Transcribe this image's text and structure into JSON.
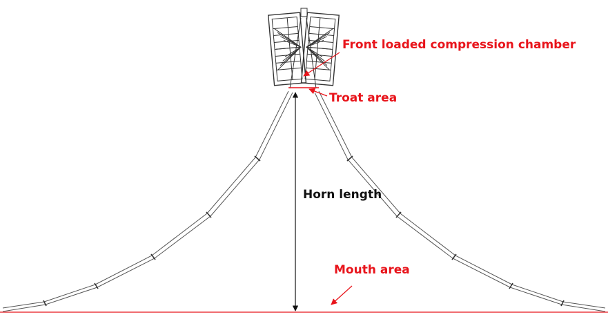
{
  "labels": {
    "chamber": "Front loaded compression chamber",
    "throat": "Troat area",
    "length": "Horn length",
    "mouth": "Mouth area"
  },
  "colors": {
    "annotation": "#e8141b",
    "line": "#111111"
  }
}
